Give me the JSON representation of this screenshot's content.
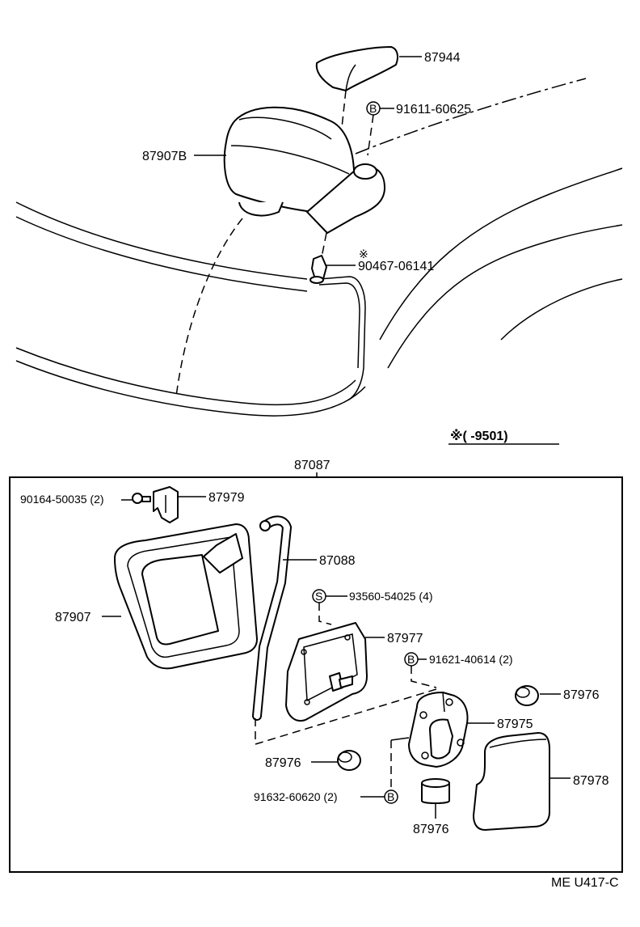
{
  "callouts": {
    "c87944": "87944",
    "c91611": "91611-60625",
    "c87907B": "87907B",
    "c90467": "90467-06141",
    "asterisk": "※",
    "note": "※(      -9501)",
    "c87087": "87087",
    "c90164": "90164-50035 (2)",
    "c87979": "87979",
    "c87088": "87088",
    "c87907": "87907",
    "c93560": "93560-54025 (4)",
    "c87977": "87977",
    "c91621": "91621-40614 (2)",
    "c87976a": "87976",
    "c87975": "87975",
    "c87976b": "87976",
    "c91632": "91632-60620 (2)",
    "c87978": "87978",
    "c87976c": "87976",
    "letterB1": "B",
    "letterS": "S",
    "letterB2": "B",
    "letterB3": "B"
  },
  "footer": {
    "code": "ME U417-C"
  }
}
